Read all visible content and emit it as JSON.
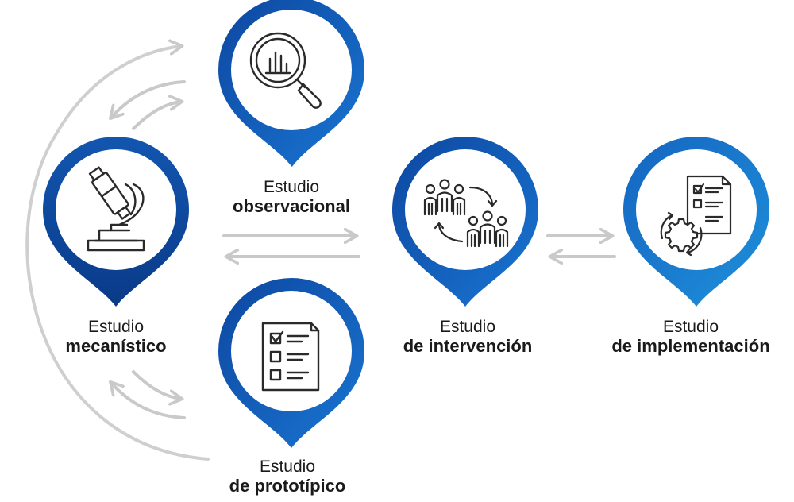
{
  "nodes": {
    "observacional": {
      "line1": "Estudio",
      "line2": "observacional",
      "icon": "magnifier-chart-icon"
    },
    "mecanistico": {
      "line1": "Estudio",
      "line2": "mecanístico",
      "icon": "microscope-icon"
    },
    "prototipico": {
      "line1": "Estudio",
      "line2": "de prototípico",
      "icon": "checklist-icon"
    },
    "intervencion": {
      "line1": "Estudio",
      "line2": "de intervención",
      "icon": "people-cycle-icon"
    },
    "implementacion": {
      "line1": "Estudio",
      "line2": "de implementación",
      "icon": "document-gear-icon"
    }
  },
  "colors": {
    "pin_dark": "#0a3e8f",
    "pin_mid": "#1261b8",
    "pin_light": "#1a8ad6",
    "arrow": "#c9c9c9",
    "icon": "#2a2a2a"
  }
}
